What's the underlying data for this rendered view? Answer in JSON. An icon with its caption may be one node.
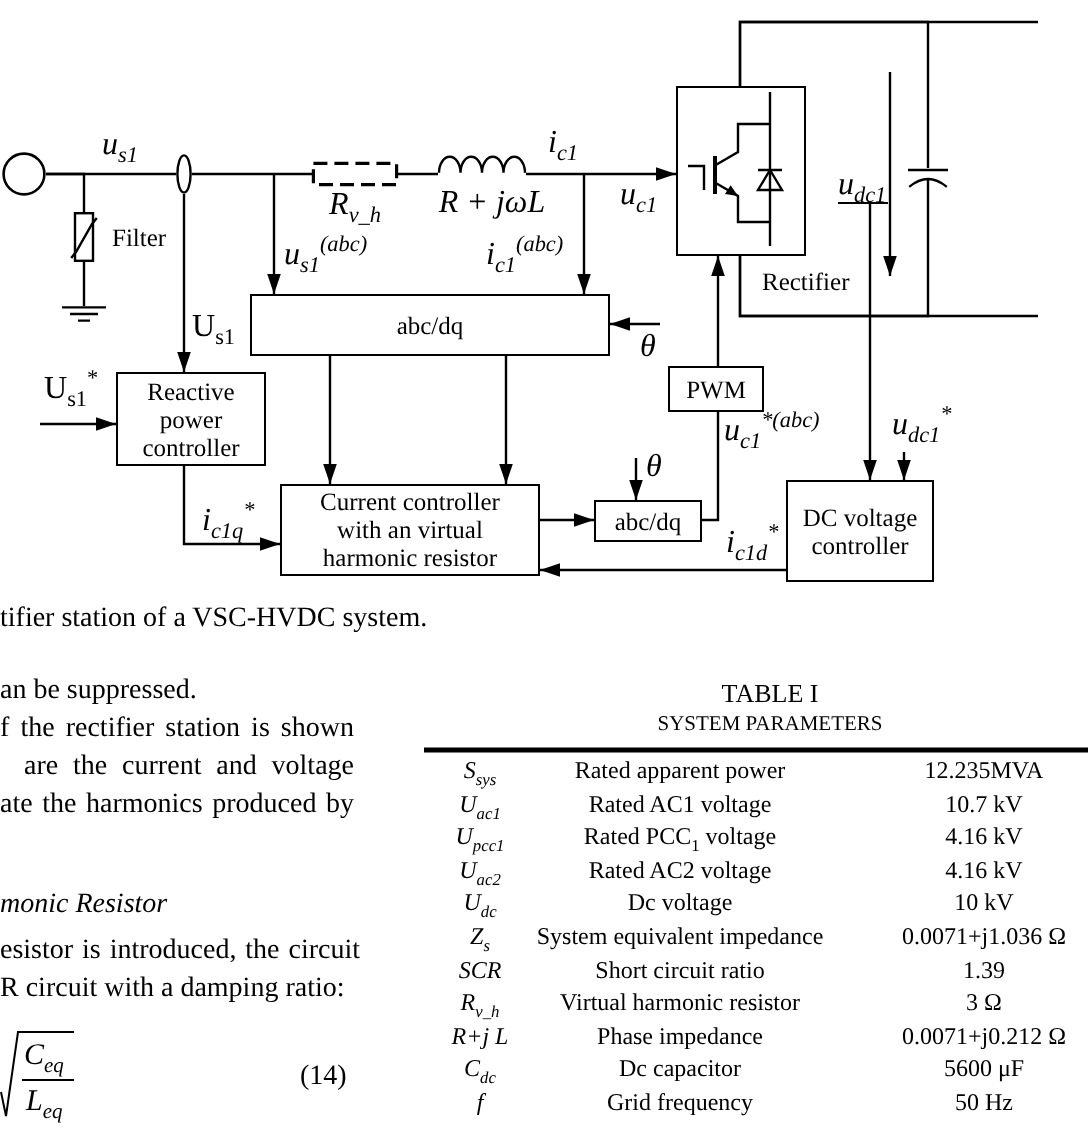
{
  "diagram": {
    "caption": "tifier station of a VSC-HVDC system.",
    "nodes": [
      {
        "text": [],
        "shape": "circle"
      },
      {
        "text": [
          "Filter"
        ]
      },
      {
        "text": [],
        "shape": "ground"
      },
      {
        "text": [],
        "shape": "ellipse"
      },
      {
        "text": [
          "R$_{v_h}$"
        ]
      },
      {
        "text": [
          "R + jωL"
        ]
      },
      {
        "text": [
          "Rectifier"
        ]
      },
      {
        "text": [
          "u$_{dc1}$"
        ]
      },
      {
        "text": [],
        "shape": "capacitor"
      },
      {
        "text": [
          "abc/dq"
        ]
      },
      {
        "text": [
          "Reactive power controller"
        ]
      },
      {
        "text": [
          "PWM"
        ]
      },
      {
        "text": [
          "Current controller with an virtual harmonic resistor"
        ]
      },
      {
        "text": [
          "abc/dq"
        ]
      },
      {
        "text": [
          "DC voltage controller"
        ]
      }
    ],
    "edges": [
      {
        "from": 0,
        "to": 3,
        "arrow": "none",
        "label": "u$_{s1}$"
      },
      {
        "from": 0,
        "to": 1,
        "arrow": "none"
      },
      {
        "from": 1,
        "to": 2,
        "arrow": "none"
      },
      {
        "from": 3,
        "to": 4,
        "arrow": "none"
      },
      {
        "from": 4,
        "to": 5,
        "arrow": "none"
      },
      {
        "from": 5,
        "to": 6,
        "arrow": "to",
        "label": "i$_{c1}$"
      },
      {
        "from": 6,
        "to": 8,
        "arrow": "none"
      },
      {
        "from": 6,
        "to": 8,
        "arrow": "none"
      },
      {
        "from": 6,
        "to": null,
        "arrow": "none"
      },
      {
        "from": 6,
        "to": null,
        "arrow": "none"
      },
      {
        "from": null,
        "to": 9,
        "arrow": "to",
        "label": "u$_{s1}$$^{(abc)}$"
      },
      {
        "from": null,
        "to": 9,
        "arrow": "to",
        "label": "i$_{c1}$$^{(abc)}$"
      },
      {
        "from": null,
        "to": 9,
        "arrow": "to",
        "label": "θ"
      },
      {
        "from": 3,
        "to": 10,
        "arrow": "to",
        "label": "U$_{s1}$"
      },
      {
        "from": null,
        "to": 10,
        "arrow": "to",
        "label": "U$_{s1}$$^{*}$"
      },
      {
        "from": 9,
        "to": 12,
        "arrow": "to"
      },
      {
        "from": 9,
        "to": 12,
        "arrow": "to"
      },
      {
        "from": 10,
        "to": 12,
        "arrow": "to",
        "label": "i$_{c1q}$$^{*}$"
      },
      {
        "from": 12,
        "to": 13,
        "arrow": "to"
      },
      {
        "from": null,
        "to": 13,
        "arrow": "to",
        "label": "θ"
      },
      {
        "from": 13,
        "to": 11,
        "arrow": "none",
        "label": "u$_{c1}$$^{*(abc)}$"
      },
      {
        "from": 11,
        "to": 6,
        "arrow": "to"
      },
      {
        "from": 7,
        "to": 14,
        "arrow": "to"
      },
      {
        "from": null,
        "to": 14,
        "arrow": "to",
        "label": "u$_{dc1}$$^{*}$"
      },
      {
        "from": 14,
        "to": 12,
        "arrow": "to",
        "label": "i$_{c1d}$$^{*}$"
      }
    ],
    "labels": [
      "u$_{c1}$",
      "an be suppressed.",
      "f the rectifier station is shown",
      "are the current and voltage",
      "ate the harmonics produced by",
      "monic Resistor",
      "esistor is introduced, the circuit",
      "R circuit with a damping ratio:",
      "C$_{eq}$",
      "L$_{eq}$",
      "(14)",
      "TABLE I",
      "SYSTEM PARAMETERS",
      "S$_{sys}$",
      "Rated apparent power",
      "12.235MVA",
      "U$_{ac1}$",
      "Rated AC1 voltage",
      "10.7 kV",
      "U$_{pcc1}$",
      "Rated PCC$_{1}$ voltage",
      "4.16 kV",
      "U$_{ac2}$",
      "Rated AC2 voltage",
      "4.16 kV",
      "U$_{dc}$",
      "Dc voltage",
      "10 kV",
      "Z$_{s}$",
      "System equivalent impedance",
      "0.0071+j1.036 Ω",
      "SCR",
      "Short circuit ratio",
      "1.39",
      "R$_{v_h}$",
      "Virtual harmonic resistor",
      "3 Ω",
      "R+j L",
      "Phase impedance",
      "0.0071+j0.212 Ω",
      "C$_{dc}$",
      "Dc capacitor",
      "5600 μF",
      "f",
      "Grid frequency",
      "50 Hz"
    ]
  }
}
